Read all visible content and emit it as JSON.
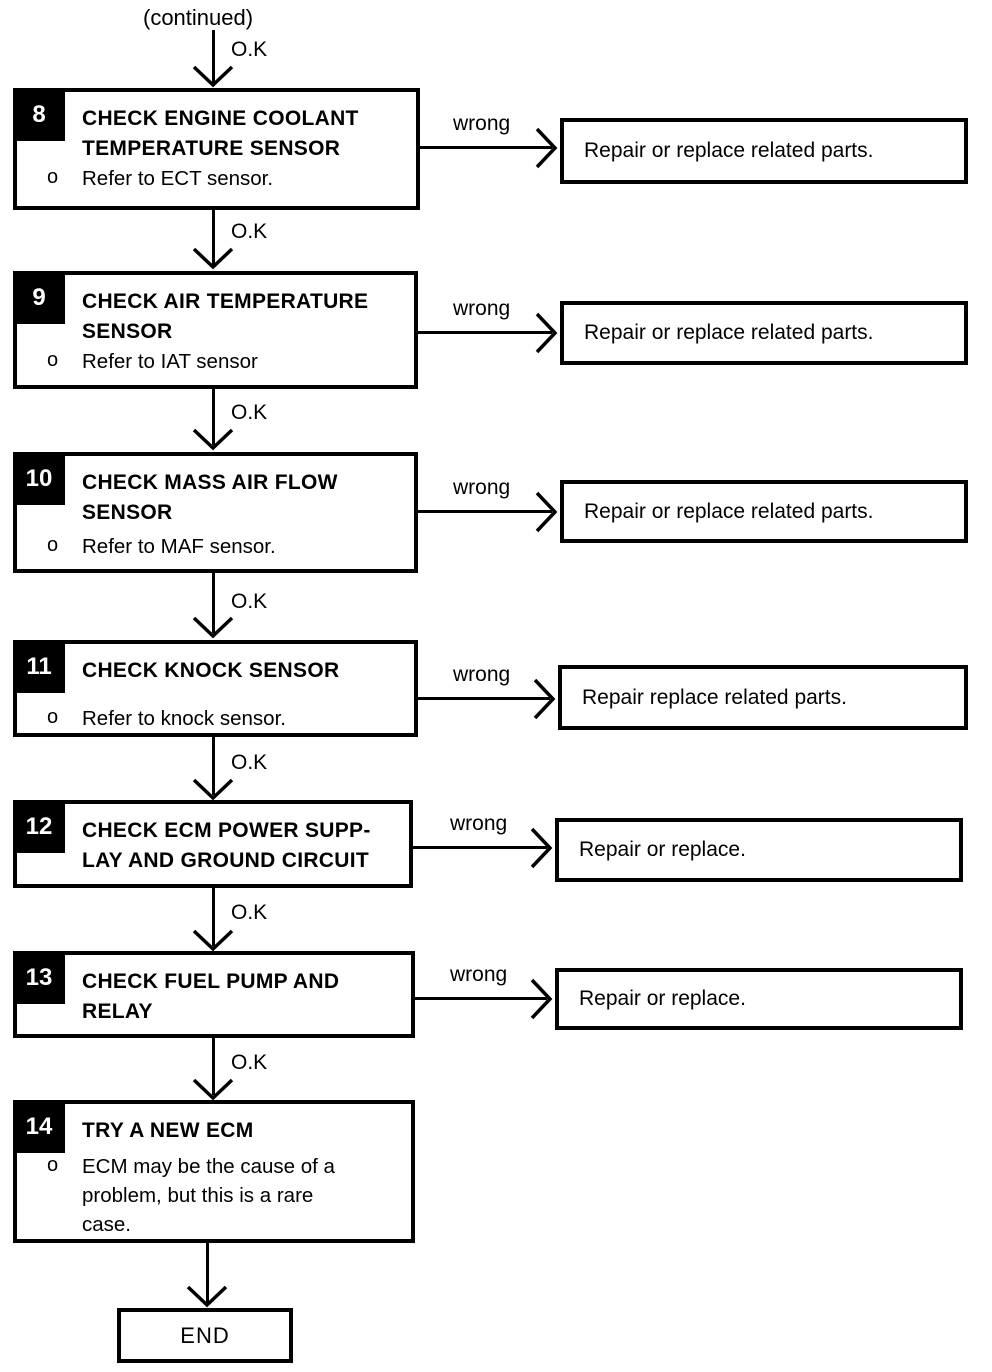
{
  "header": {
    "continued": "(continued)"
  },
  "flow": {
    "ok_label": "O.K",
    "wrong_label": "wrong",
    "end_label": "END",
    "steps": [
      {
        "number": "8",
        "bullet_marker": "o",
        "title": "CHECK ENGINE COOLANT\nTEMPERATURE SENSOR",
        "bullet": "Refer to ECT sensor.",
        "wrong_action": "Repair or replace related parts."
      },
      {
        "number": "9",
        "bullet_marker": "o",
        "title": "CHECK AIR TEMPERATURE\nSENSOR",
        "bullet": "Refer to IAT sensor",
        "wrong_action": "Repair or replace related parts."
      },
      {
        "number": "10",
        "bullet_marker": "o",
        "title": "CHECK MASS AIR FLOW\nSENSOR",
        "bullet": "Refer to MAF sensor.",
        "wrong_action": "Repair or replace related parts."
      },
      {
        "number": "11",
        "bullet_marker": "o",
        "title": "CHECK KNOCK SENSOR",
        "bullet": "Refer to knock sensor.",
        "wrong_action": "Repair replace related parts."
      },
      {
        "number": "12",
        "title": "CHECK ECM POWER SUPP-\nLAY AND GROUND CIRCUIT",
        "wrong_action": "Repair or replace."
      },
      {
        "number": "13",
        "title": "CHECK FUEL PUMP AND\nRELAY",
        "wrong_action": "Repair or replace."
      },
      {
        "number": "14",
        "bullet_marker": "o",
        "title": "TRY A NEW ECM",
        "bullet": "ECM may be the cause of a\nproblem, but this is a rare\ncase."
      }
    ]
  }
}
